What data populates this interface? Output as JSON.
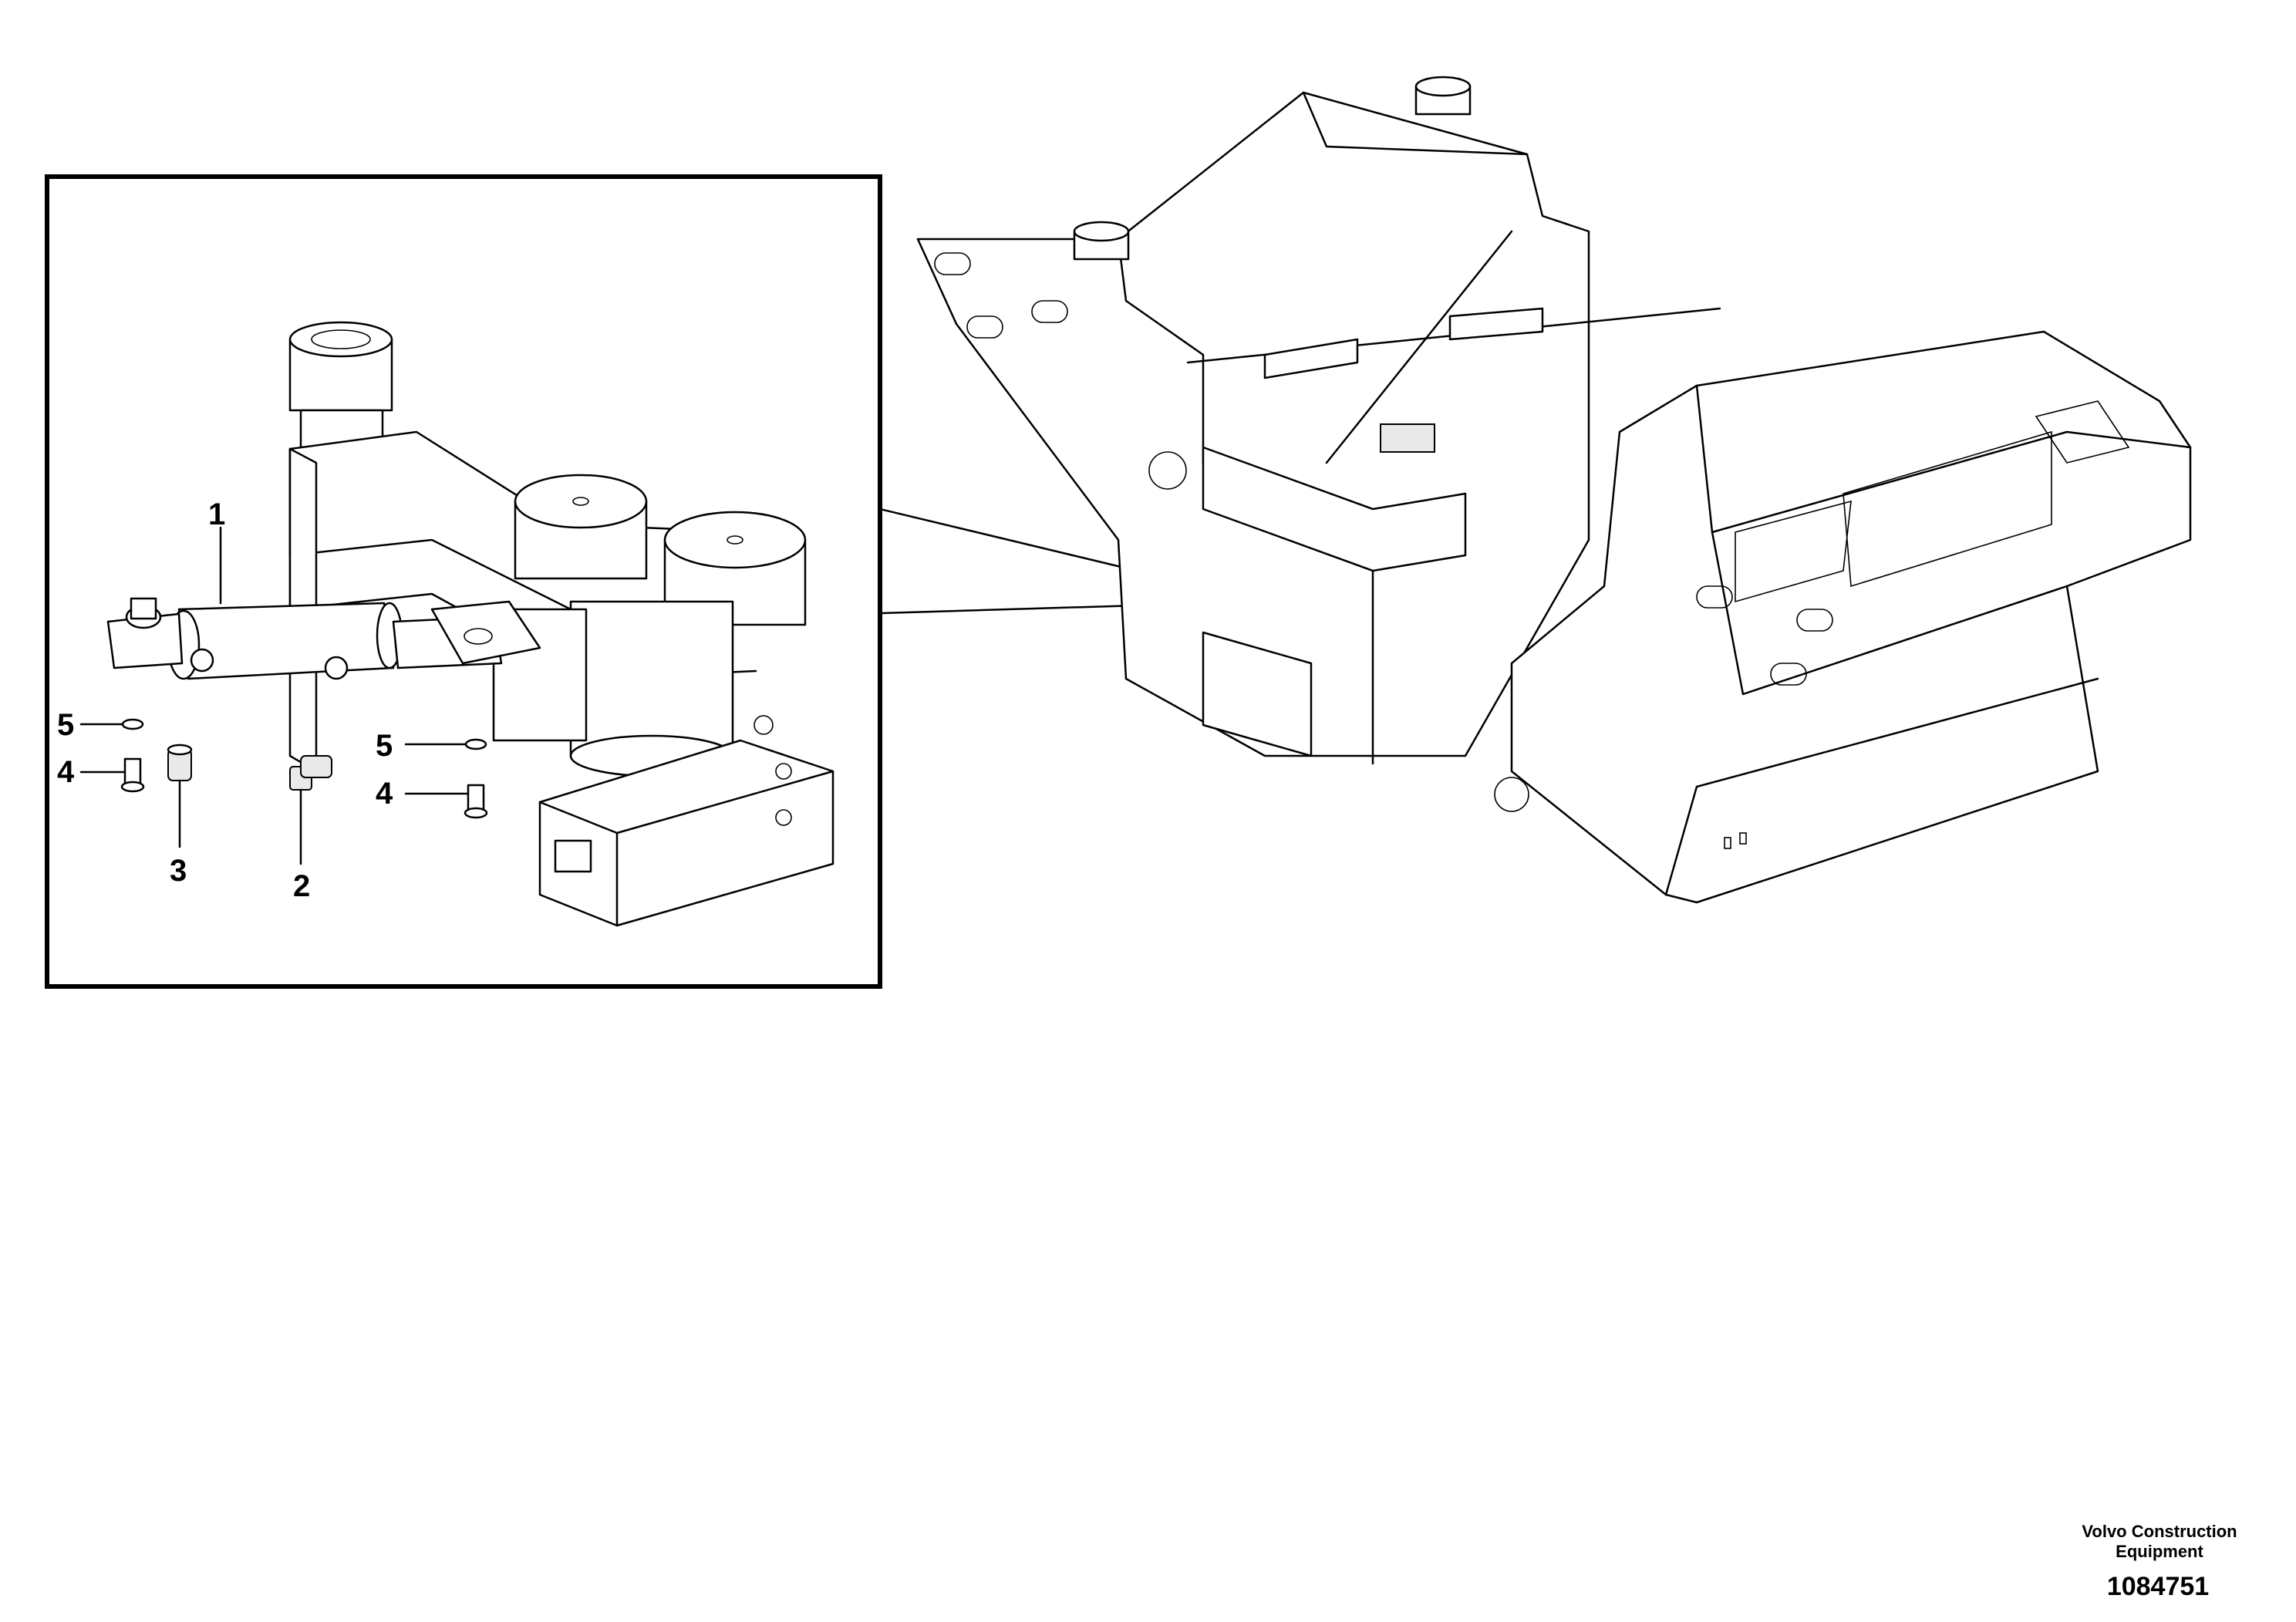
{
  "callouts": [
    {
      "id": "1",
      "label": "1"
    },
    {
      "id": "2",
      "label": "2"
    },
    {
      "id": "3",
      "label": "3"
    },
    {
      "id": "4a",
      "label": "4"
    },
    {
      "id": "5a",
      "label": "5"
    },
    {
      "id": "4b",
      "label": "4"
    },
    {
      "id": "5b",
      "label": "5"
    }
  ],
  "footer": {
    "publisher_line1": "Volvo Construction",
    "publisher_line2": "Equipment",
    "document_number": "1084751"
  }
}
